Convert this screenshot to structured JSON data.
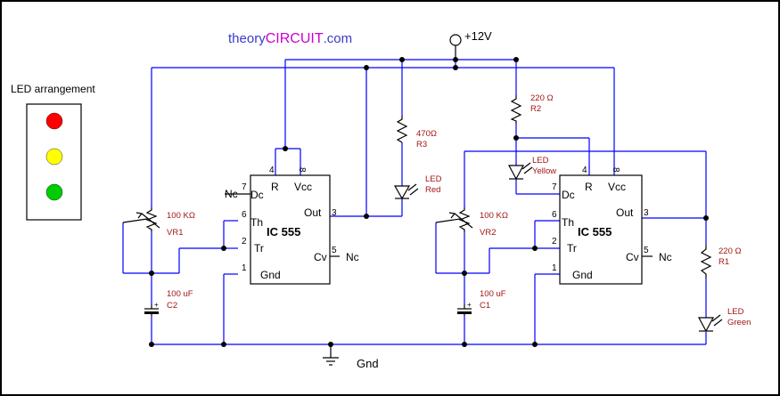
{
  "title": {
    "part1": "theory",
    "part2": "CIRCUIT",
    "part3": ".com"
  },
  "supply_label": "+12V",
  "ground_label": "Gnd",
  "legend": {
    "title": "LED arrangement",
    "colors": [
      "#ff0000",
      "#ffff00",
      "#00cc00"
    ]
  },
  "ic_left": {
    "name": "IC 555",
    "pins": {
      "p4": "4",
      "p8": "8",
      "p7": "7",
      "p6": "6",
      "p2": "2",
      "p1": "1",
      "p3": "3",
      "p5": "5"
    },
    "labels": {
      "r": "R",
      "vcc": "Vcc",
      "dc": "Dc",
      "th": "Th",
      "tr": "Tr",
      "gnd": "Gnd",
      "out": "Out",
      "cv": "Cv"
    },
    "nc_top": "Nc",
    "nc_right": "Nc"
  },
  "ic_right": {
    "name": "IC 555",
    "pins": {
      "p4": "4",
      "p8": "8",
      "p7": "7",
      "p6": "6",
      "p2": "2",
      "p1": "1",
      "p3": "3",
      "p5": "5"
    },
    "labels": {
      "r": "R",
      "vcc": "Vcc",
      "dc": "Dc",
      "th": "Th",
      "tr": "Tr",
      "gnd": "Gnd",
      "out": "Out",
      "cv": "Cv"
    },
    "nc_right": "Nc"
  },
  "components": {
    "vr1": {
      "value": "100 KΩ",
      "ref": "VR1"
    },
    "c2": {
      "value": "100 uF",
      "ref": "C2"
    },
    "r3": {
      "value": "470Ω",
      "ref": "R3"
    },
    "led_red": {
      "l1": "LED",
      "l2": "Red"
    },
    "r2": {
      "value": "220 Ω",
      "ref": "R2"
    },
    "led_yellow": {
      "l1": "LED",
      "l2": "Yellow"
    },
    "vr2": {
      "value": "100 KΩ",
      "ref": "VR2"
    },
    "c1": {
      "value": "100 uF",
      "ref": "C1"
    },
    "r1": {
      "value": "220 Ω",
      "ref": "R1"
    },
    "led_green": {
      "l1": "LED",
      "l2": "Green"
    }
  }
}
